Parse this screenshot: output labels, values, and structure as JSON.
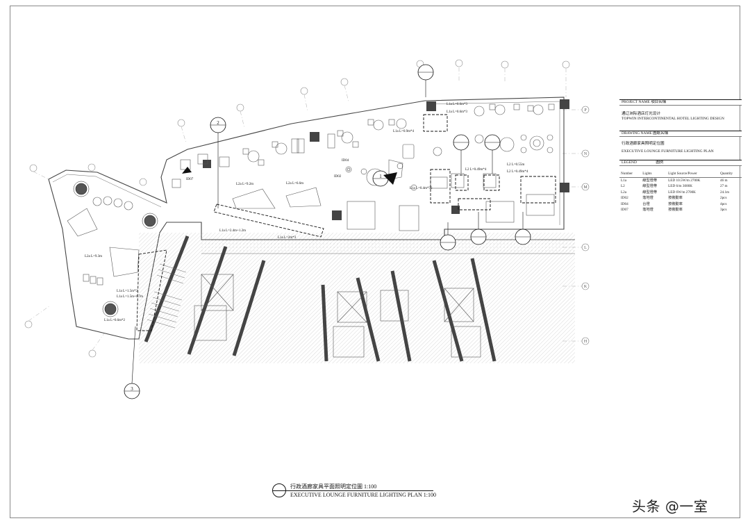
{
  "title_block": {
    "project_name_label": "PROJECT NAME 項目名稱",
    "project_name_cn": "通辽洲际酒店灯光设计",
    "project_name_en": "TOPWIN INTERCONTINENTAL HOTEL LIGHTING DESIGN",
    "drawing_name_label": "DRAWING NAME 圖紙名稱",
    "drawing_name_cn": "行政酒廊家具照明定位圖",
    "drawing_name_en": "EXECUTIVE LOUNGE FURNITURE LIGHTING PLAN",
    "legend_label": "LEGEND",
    "legend_label_cn": "圖例"
  },
  "legend": {
    "headers": [
      "Number",
      "Lights",
      "Light Source/Power",
      "Quantity"
    ],
    "rows": [
      {
        "number": "L1a",
        "light": "線型燈帶",
        "source": "LED 10.5W/m 2700K",
        "qty": "46 m"
      },
      {
        "number": "L2",
        "light": "線型燈帶",
        "source": "LED 6/m 3000K",
        "qty": "27 m"
      },
      {
        "number": "L2a",
        "light": "線型燈帶",
        "source": "LED 6W/m 2700K",
        "qty": "24.1m"
      },
      {
        "number": "ID02",
        "light": "落地燈",
        "source": "按裝動率",
        "qty": "2pcs"
      },
      {
        "number": "ID04",
        "light": "台燈",
        "source": "按裝動率",
        "qty": "4pcs"
      },
      {
        "number": "ID07",
        "light": "落地燈",
        "source": "按裝動率",
        "qty": "3pcs"
      }
    ]
  },
  "caption": {
    "number": "1",
    "line1": "行政酒廊家具平面照明定位圖 1:100",
    "line2": "EXECUTIVE LOUNGE FURNITURE LIGHTING PLAN 1:100"
  },
  "grid_labels": {
    "right": [
      "P",
      "N",
      "M",
      "L",
      "K",
      "H"
    ]
  },
  "annotations": {
    "l1a_1": "L1a L=0.6m*3",
    "l1a_2": "L1a L=0.6m*3",
    "l2a_1": "L2a L=9.2m",
    "l2a_2": "L2a L=6.6m",
    "l2a_3": "L2a L=9.3m",
    "l1a_3": "L1a L=2.4m+1.2m",
    "l1a_4": "L1a L=2m*3",
    "l1a_5": "L1a L=1.5m*2",
    "l1a_6": "L1a L=1.5m+0.7m",
    "l1a_7": "L1a L=0.6m*2",
    "l1a_8": "L1a L=0.4m*32",
    "l2_1": "L2 L=0.49m*4",
    "l2_2": "L2 L=0.55m",
    "l2_3": "L2 L=0.49m*4",
    "l1a_9": "L1a L=0.9m*4",
    "id07": "ID07",
    "id04": "ID04",
    "id02": "ID02",
    "section_no_2": "2",
    "section_no_3": "3",
    "section_no_1": "1"
  },
  "watermark": "头条 @一室"
}
